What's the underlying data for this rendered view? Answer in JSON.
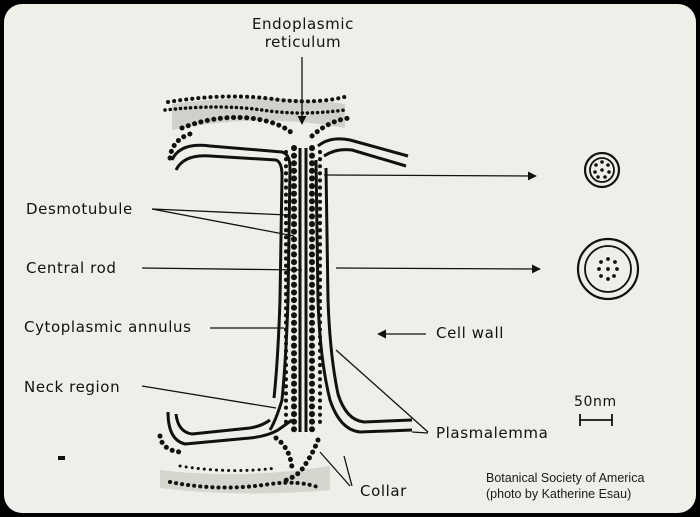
{
  "labels": {
    "endoplasmic_reticulum_line1": "Endoplasmic",
    "endoplasmic_reticulum_line2": "reticulum",
    "desmotubule": "Desmotubule",
    "central_rod": "Central rod",
    "cytoplasmic_annulus": "Cytoplasmic annulus",
    "neck_region": "Neck region",
    "cell_wall": "Cell wall",
    "plasmalemma": "Plasmalemma",
    "collar": "Collar"
  },
  "scale_bar": {
    "label": "50nm"
  },
  "credit": {
    "line1": "Botanical Society of America",
    "line2": "(photo by Katherine Esau)"
  },
  "colors": {
    "background_card": "#efefe9",
    "ink": "#111111",
    "border": "#000000"
  }
}
